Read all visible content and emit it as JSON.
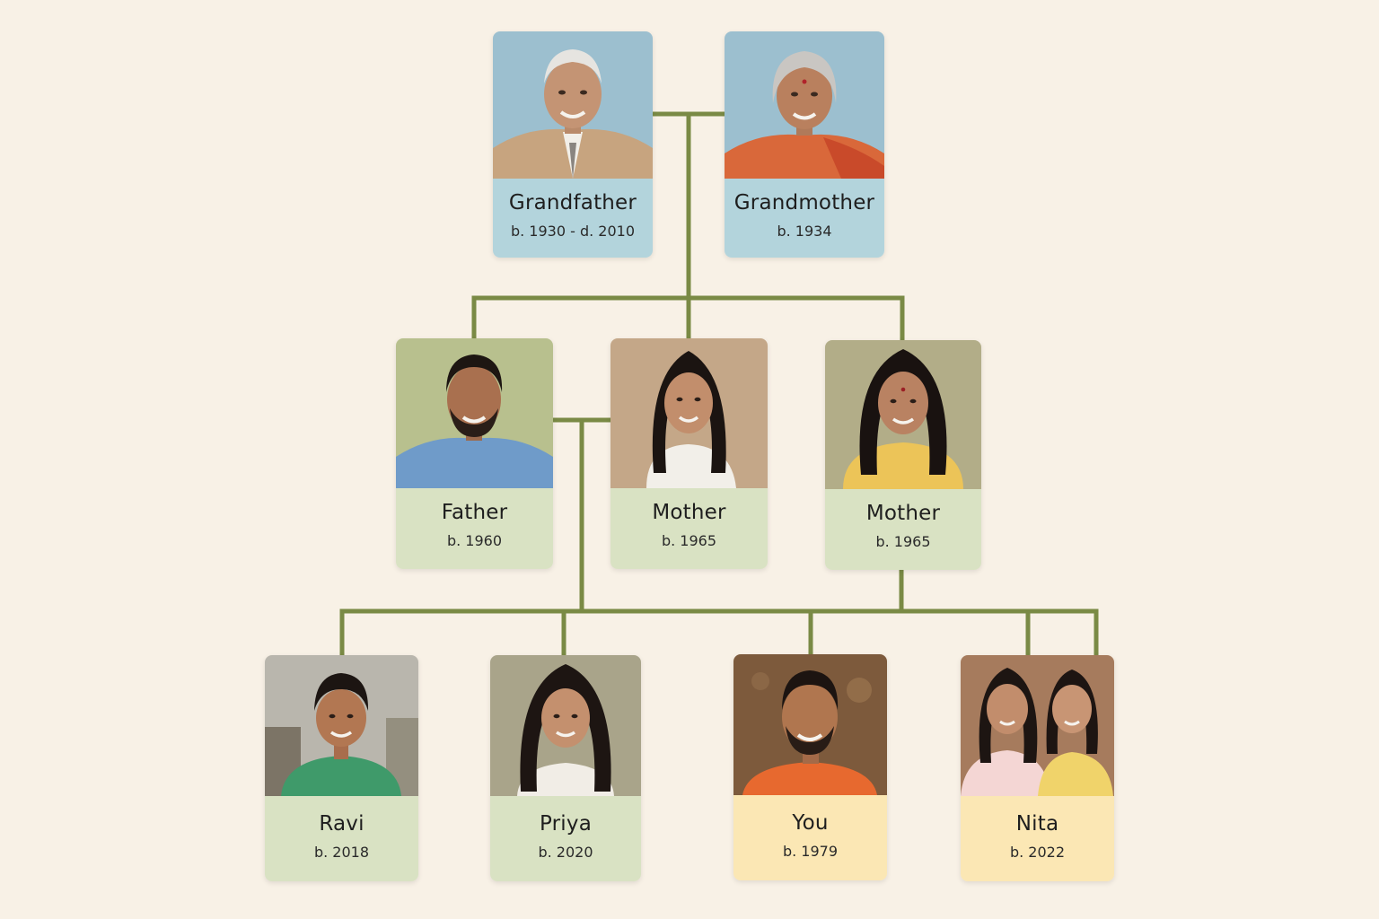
{
  "colors": {
    "background": "#f8f1e6",
    "connector": "#7a8a45",
    "grandparent_label_bg": "#b3d4dc",
    "parent_label_bg": "#d9e2c3",
    "child_label_bg": "#d9e2c3",
    "highlight_label_bg": "#fbe7b4"
  },
  "generations": {
    "grandparents": [
      {
        "id": "grandfather",
        "name": "Grandfather",
        "dates": "b. 1930 - d. 2010",
        "photo": "elderly-man-portrait"
      },
      {
        "id": "grandmother",
        "name": "Grandmother",
        "dates": "b. 1934",
        "photo": "elderly-woman-portrait"
      }
    ],
    "parents": [
      {
        "id": "father",
        "name": "Father",
        "dates": "b. 1960",
        "photo": "man-portrait"
      },
      {
        "id": "mother-1",
        "name": "Mother",
        "dates": "b. 1965",
        "photo": "woman-portrait"
      },
      {
        "id": "mother-2",
        "name": "Mother",
        "dates": "b. 1965",
        "photo": "woman-portrait"
      }
    ],
    "children": [
      {
        "id": "ravi",
        "name": "Ravi",
        "dates": "b. 2018",
        "photo": "boy-portrait"
      },
      {
        "id": "priya",
        "name": "Priya",
        "dates": "b. 2020",
        "photo": "girl-portrait"
      },
      {
        "id": "you",
        "name": "You",
        "dates": "b. 1979",
        "photo": "man-portrait"
      },
      {
        "id": "nita",
        "name": "Nita",
        "dates": "b. 2022",
        "photo": "two-girls-portrait"
      }
    ]
  }
}
